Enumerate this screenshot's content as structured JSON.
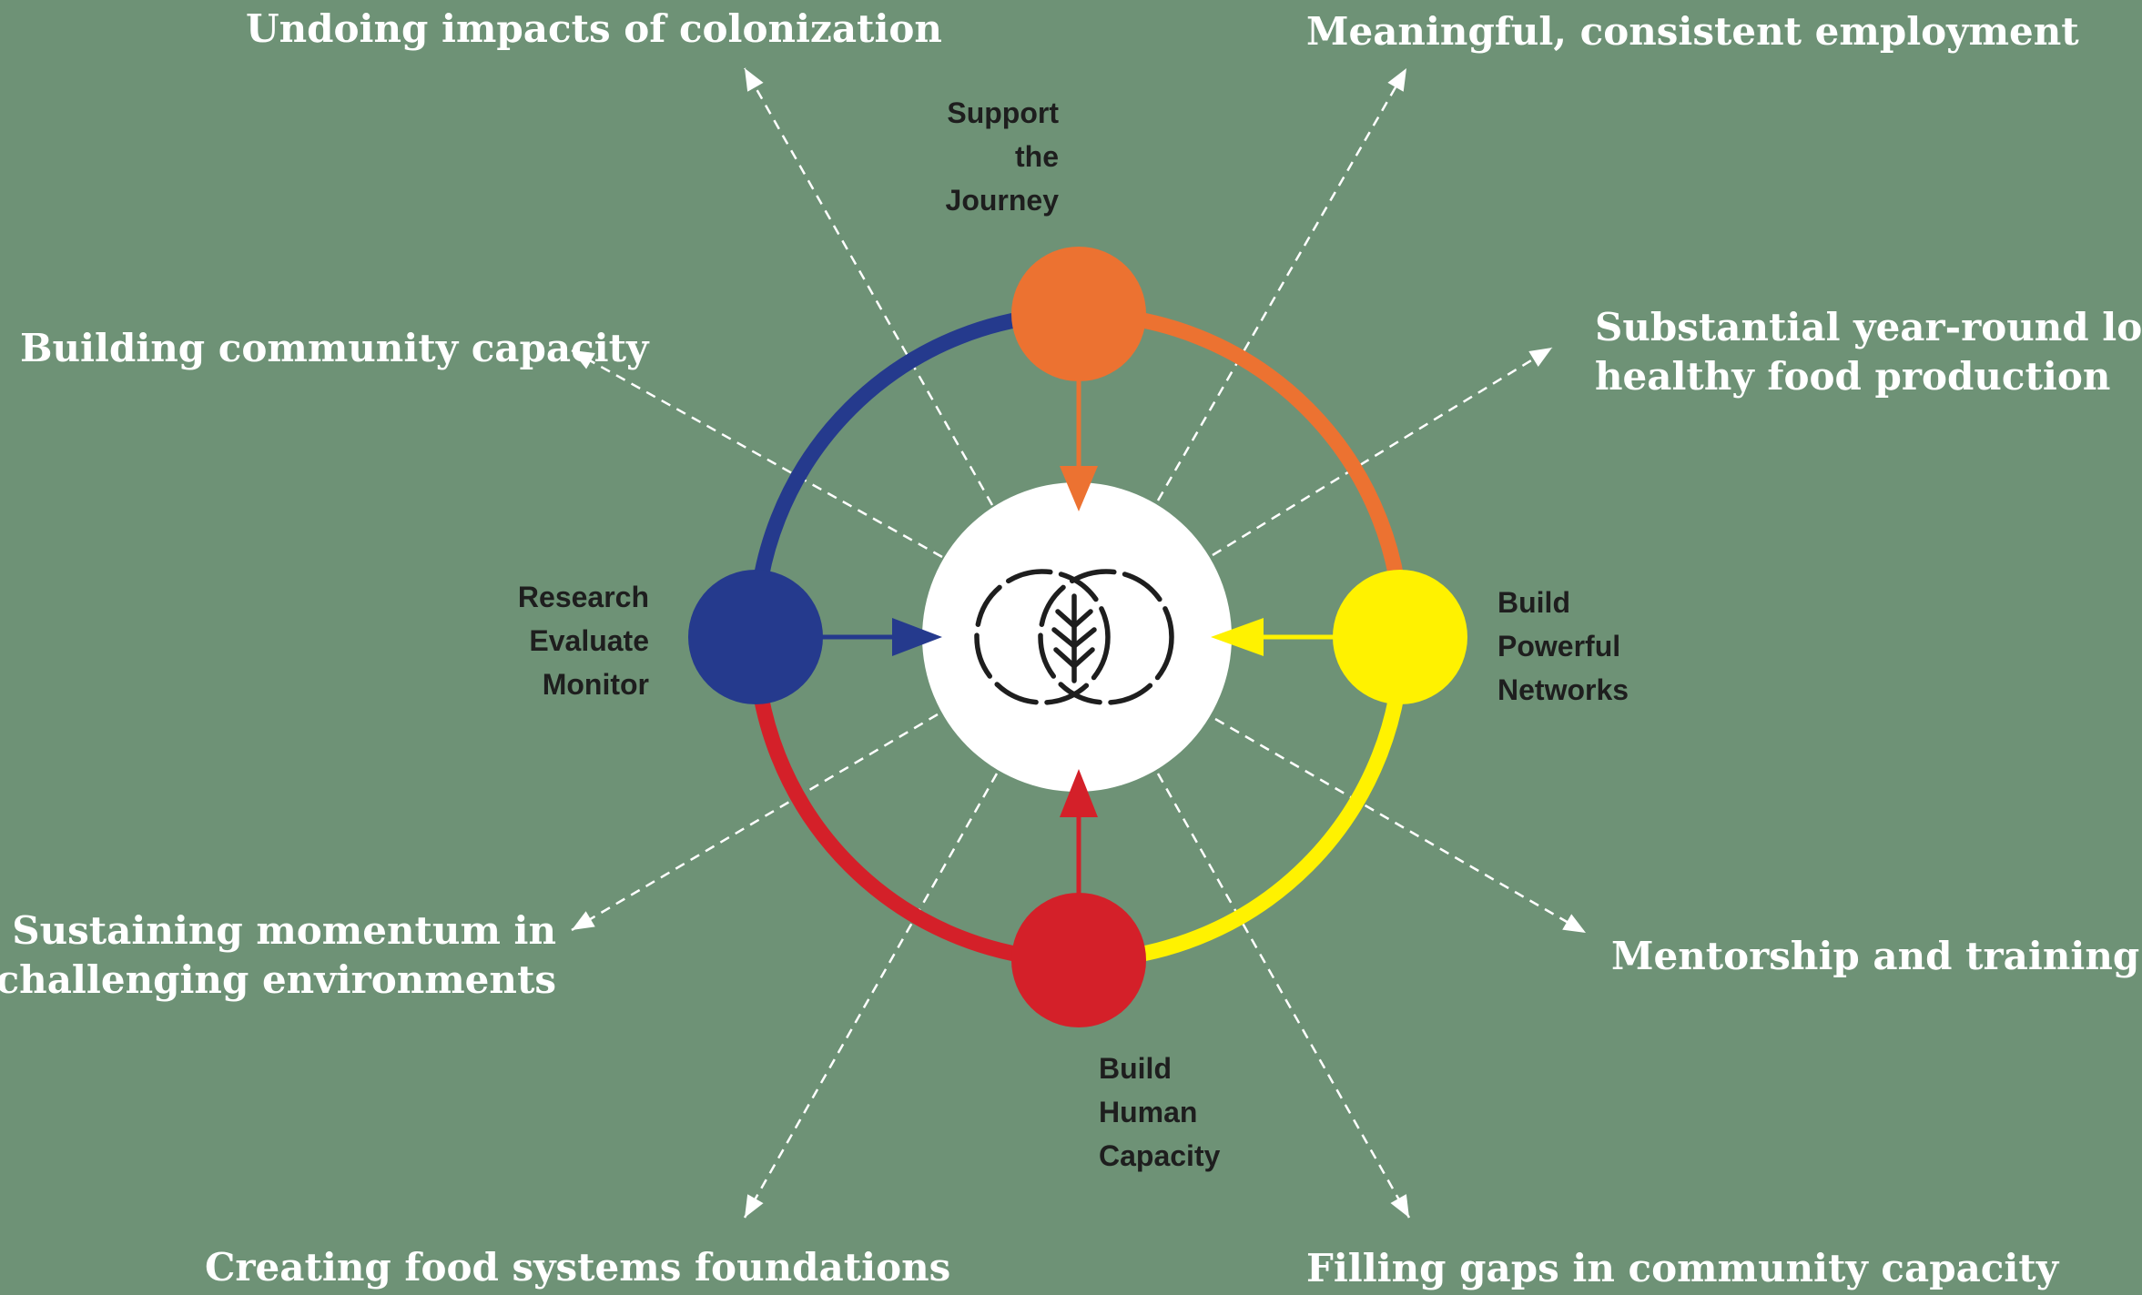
{
  "colors": {
    "background": "#6e9276",
    "support": "#ec7231",
    "networks": "#fff200",
    "human": "#d42029",
    "research": "#253a8d",
    "center": "#ffffff",
    "dashed": "#ffffff",
    "icon": "#1e1e1e"
  },
  "stages": {
    "support": {
      "lines": [
        "Support",
        "the",
        "Journey"
      ]
    },
    "networks": {
      "lines": [
        "Build",
        "Powerful",
        "Networks"
      ]
    },
    "human": {
      "lines": [
        "Build",
        "Human",
        "Capacity"
      ]
    },
    "research": {
      "lines": [
        "Research",
        "Evaluate",
        "Monitor"
      ]
    }
  },
  "outcomes": {
    "colonization": {
      "lines": [
        "Undoing impacts of colonization"
      ]
    },
    "employment": {
      "lines": [
        "Meaningful, consistent employment"
      ]
    },
    "community_capacity": {
      "lines": [
        "Building community capacity"
      ]
    },
    "food_production": {
      "lines": [
        "Substantial year-round local,",
        "healthy food production"
      ]
    },
    "momentum": {
      "lines": [
        "Sustaining momentum in",
        "challenging environments"
      ]
    },
    "mentorship": {
      "lines": [
        "Mentorship and training"
      ]
    },
    "foundations": {
      "lines": [
        "Creating food systems foundations"
      ]
    },
    "gaps": {
      "lines": [
        "Filling gaps in community capacity"
      ]
    }
  },
  "center_icon": "leaf-in-overlapping-circles-icon"
}
